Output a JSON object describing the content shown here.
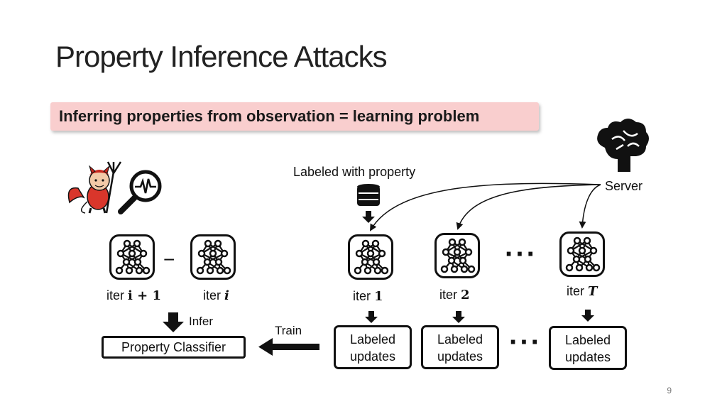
{
  "title": "Property Inference Attacks",
  "callout": "Inferring properties from observation = learning problem",
  "left": {
    "iter_a": "iter ",
    "iter_a_math": "i + 1",
    "iter_b": "iter ",
    "iter_b_math": "i",
    "minus": "−",
    "infer": "Infer",
    "classifier": "Property Classifier"
  },
  "train": "Train",
  "right": {
    "labeled_with_property": "Labeled with property",
    "server": "Server",
    "iters": [
      {
        "prefix": "iter ",
        "math": "1"
      },
      {
        "prefix": "iter ",
        "math": "2"
      },
      {
        "prefix": "iter ",
        "math": "T"
      }
    ],
    "update_line1": "Labeled",
    "update_line2": "updates",
    "ellipsis": "···"
  },
  "page_number": "9",
  "icons": [
    "devil-icon",
    "magnifier-signal-icon",
    "neural-network-icon",
    "database-icon",
    "brain-icon",
    "arrow-down-icon",
    "arrow-left-icon"
  ]
}
